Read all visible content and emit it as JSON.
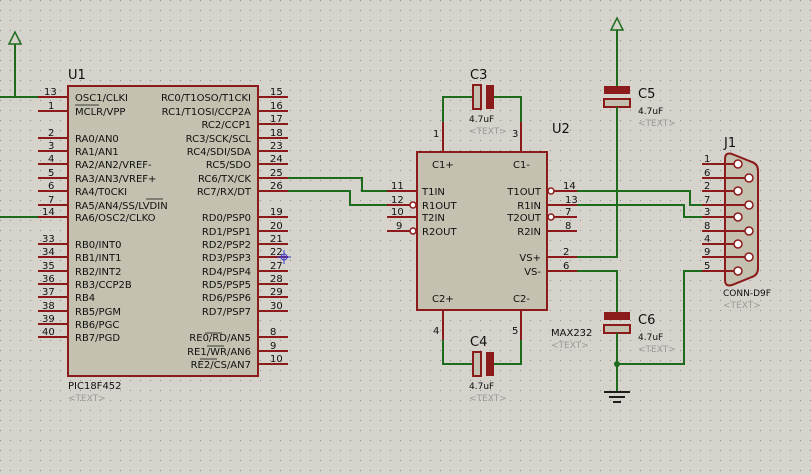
{
  "u1": {
    "ref": "U1",
    "part": "PIC18F452",
    "text": "<TEXT>",
    "left_pins": [
      {
        "num": "13",
        "label": "OSC1/CLKI"
      },
      {
        "num": "1",
        "label": "MCLR/VPP"
      },
      {
        "num": "2",
        "label": "RA0/AN0"
      },
      {
        "num": "3",
        "label": "RA1/AN1"
      },
      {
        "num": "4",
        "label": "RA2/AN2/VREF-"
      },
      {
        "num": "5",
        "label": "RA3/AN3/VREF+"
      },
      {
        "num": "6",
        "label": "RA4/T0CKI"
      },
      {
        "num": "7",
        "label": "RA5/AN4/SS/LVDIN"
      },
      {
        "num": "14",
        "label": "RA6/OSC2/CLKO"
      },
      {
        "num": "33",
        "label": "RB0/INT0"
      },
      {
        "num": "34",
        "label": "RB1/INT1"
      },
      {
        "num": "35",
        "label": "RB2/INT2"
      },
      {
        "num": "36",
        "label": "RB3/CCP2B"
      },
      {
        "num": "37",
        "label": "RB4"
      },
      {
        "num": "38",
        "label": "RB5/PGM"
      },
      {
        "num": "39",
        "label": "RB6/PGC"
      },
      {
        "num": "40",
        "label": "RB7/PGD"
      }
    ],
    "right_pins": [
      {
        "num": "15",
        "label": "RC0/T1OSO/T1CKI"
      },
      {
        "num": "16",
        "label": "RC1/T1OSI/CCP2A"
      },
      {
        "num": "17",
        "label": "RC2/CCP1"
      },
      {
        "num": "18",
        "label": "RC3/SCK/SCL"
      },
      {
        "num": "23",
        "label": "RC4/SDI/SDA"
      },
      {
        "num": "24",
        "label": "RC5/SDO"
      },
      {
        "num": "25",
        "label": "RC6/TX/CK"
      },
      {
        "num": "26",
        "label": "RC7/RX/DT"
      },
      {
        "num": "19",
        "label": "RD0/PSP0"
      },
      {
        "num": "20",
        "label": "RD1/PSP1"
      },
      {
        "num": "21",
        "label": "RD2/PSP2"
      },
      {
        "num": "22",
        "label": "RD3/PSP3"
      },
      {
        "num": "27",
        "label": "RD4/PSP4"
      },
      {
        "num": "28",
        "label": "RD5/PSP5"
      },
      {
        "num": "29",
        "label": "RD6/PSP6"
      },
      {
        "num": "30",
        "label": "RD7/PSP7"
      },
      {
        "num": "8",
        "label": "RE0/RD/AN5"
      },
      {
        "num": "9",
        "label": "RE1/WR/AN6"
      },
      {
        "num": "10",
        "label": "RE2/CS/AN7"
      }
    ]
  },
  "u2": {
    "ref": "U2",
    "part": "MAX232",
    "text": "<TEXT>",
    "top_pins": [
      {
        "num": "1",
        "label": "C1+"
      },
      {
        "num": "3",
        "label": "C1-"
      }
    ],
    "bottom_pins": [
      {
        "num": "4",
        "label": "C2+"
      },
      {
        "num": "5",
        "label": "C2-"
      }
    ],
    "left_pins": [
      {
        "num": "11",
        "label": "T1IN"
      },
      {
        "num": "12",
        "label": "R1OUT"
      },
      {
        "num": "10",
        "label": "T2IN"
      },
      {
        "num": "9",
        "label": "R2OUT"
      }
    ],
    "right_pins": [
      {
        "num": "14",
        "label": "T1OUT"
      },
      {
        "num": "13",
        "label": "R1IN"
      },
      {
        "num": "7",
        "label": "T2OUT"
      },
      {
        "num": "8",
        "label": "R2IN"
      },
      {
        "num": "2",
        "label": "VS+"
      },
      {
        "num": "6",
        "label": "VS-"
      }
    ]
  },
  "caps": [
    {
      "ref": "C3",
      "value": "4.7uF",
      "text": "<TEXT>"
    },
    {
      "ref": "C4",
      "value": "4.7uF",
      "text": "<TEXT>"
    },
    {
      "ref": "C5",
      "value": "4.7uF",
      "text": "<TEXT>"
    },
    {
      "ref": "C6",
      "value": "4.7uF",
      "text": "<TEXT>"
    }
  ],
  "j1": {
    "ref": "J1",
    "part": "CONN-D9F",
    "text": "<TEXT>",
    "pins": [
      "1",
      "6",
      "2",
      "7",
      "3",
      "8",
      "4",
      "9",
      "5"
    ]
  }
}
